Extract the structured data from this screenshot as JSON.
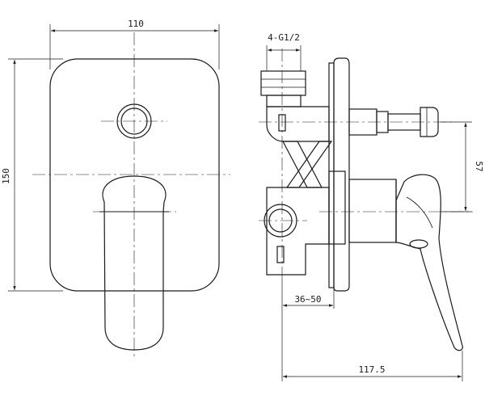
{
  "drawing": {
    "dim_width": "110",
    "dim_height": "150",
    "dim_thread": "4-G1/2",
    "dim_outlet": "57",
    "dim_wall": "36~50",
    "dim_depth": "117.5"
  },
  "colors": {
    "line": "#1a1a1a",
    "background": "#ffffff"
  }
}
